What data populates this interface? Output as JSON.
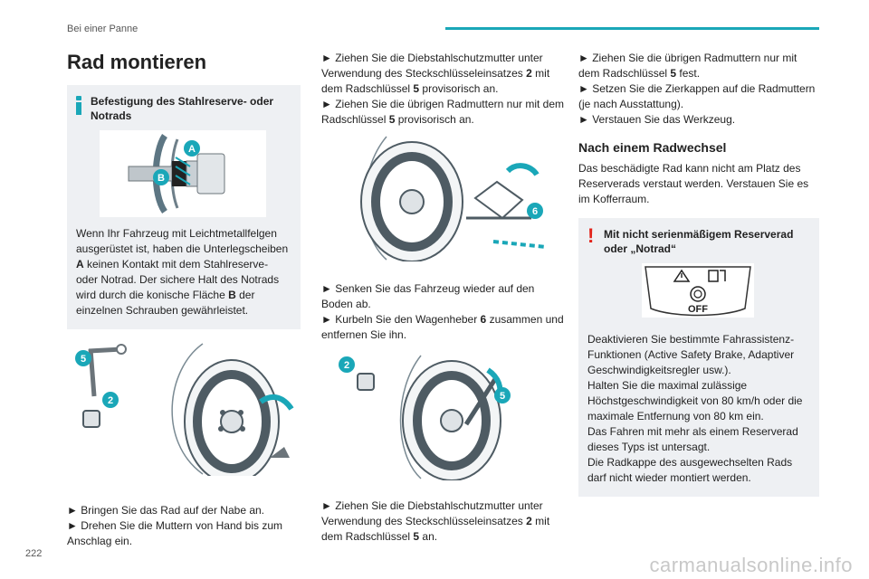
{
  "header": {
    "section": "Bei einer Panne"
  },
  "page_number": "222",
  "watermark": "carmanualsonline.info",
  "colors": {
    "accent": "#1aa7b8",
    "warning": "#e2231a",
    "box_bg": "#eef0f3"
  },
  "col1": {
    "title": "Rad montieren",
    "info_box": {
      "label": "Befestigung des Stahlreserve- oder Notrads",
      "callouts": {
        "a": "A",
        "b": "B"
      },
      "text_1": "Wenn Ihr Fahrzeug mit Leichtmetallfelgen ausgerüstet ist, haben die Unterlegscheiben",
      "text_a": "A",
      "text_2": " keinen Kontakt mit dem Stahlreserve- oder Notrad. Der sichere Halt des Notrads wird durch die konische Fläche ",
      "text_b": "B",
      "text_3": " der einzelnen Schrauben gewährleistet."
    },
    "fig_callouts": {
      "five": "5",
      "two": "2"
    },
    "steps": [
      "► Bringen Sie das Rad auf der Nabe an.",
      "► Drehen Sie die Muttern von Hand bis zum Anschlag ein."
    ]
  },
  "col2": {
    "p1": {
      "a": "► Ziehen Sie die Diebstahlschutzmutter unter Verwendung des Steckschlüsseleinsatzes ",
      "b1": "2",
      "c": " mit dem Radschlüssel ",
      "b2": "5",
      "d": " provisorisch an."
    },
    "p2": {
      "a": "► Ziehen Sie die übrigen Radmuttern nur mit dem Radschlüssel ",
      "b1": "5",
      "c": " provisorisch an."
    },
    "fig1_callout": "6",
    "p3": "► Senken Sie das Fahrzeug wieder auf den Boden ab.",
    "p4": {
      "a": "► Kurbeln Sie den Wagenheber ",
      "b1": "6",
      "c": " zusammen und entfernen Sie ihn."
    },
    "fig2_callouts": {
      "two": "2",
      "five": "5"
    },
    "p5": {
      "a": "► Ziehen Sie die Diebstahlschutzmutter unter Verwendung des Steckschlüsseleinsatzes ",
      "b1": "2",
      "c": " mit dem Radschlüssel ",
      "b2": "5",
      "d": " an."
    }
  },
  "col3": {
    "p1": {
      "a": "► Ziehen Sie die übrigen Radmuttern nur mit dem Radschlüssel ",
      "b1": "5",
      "c": " fest."
    },
    "p2": "► Setzen Sie die Zierkappen auf die Radmuttern (je nach Ausstattung).",
    "p3": "► Verstauen Sie das Werkzeug.",
    "subtitle": "Nach einem Radwechsel",
    "intro": "Das beschädigte Rad kann nicht am Platz des Reserverads verstaut werden. Verstauen Sie es im Kofferraum.",
    "warn_box": {
      "label": "Mit nicht serienmäßigem Reserverad oder „Notrad“",
      "badge_off": "OFF",
      "lines": [
        "Deaktivieren Sie bestimmte Fahrassistenz-Funktionen (Active Safety Brake, Adaptiver Geschwindigkeitsregler usw.).",
        "Halten Sie die maximal zulässige Höchstgeschwindigkeit von 80 km/h oder die maximale Entfernung von 80 km ein.",
        "Das Fahren mit mehr als einem Reserverad dieses Typs ist untersagt.",
        "Die Radkappe des ausgewechselten Rads darf nicht wieder montiert werden."
      ]
    }
  }
}
